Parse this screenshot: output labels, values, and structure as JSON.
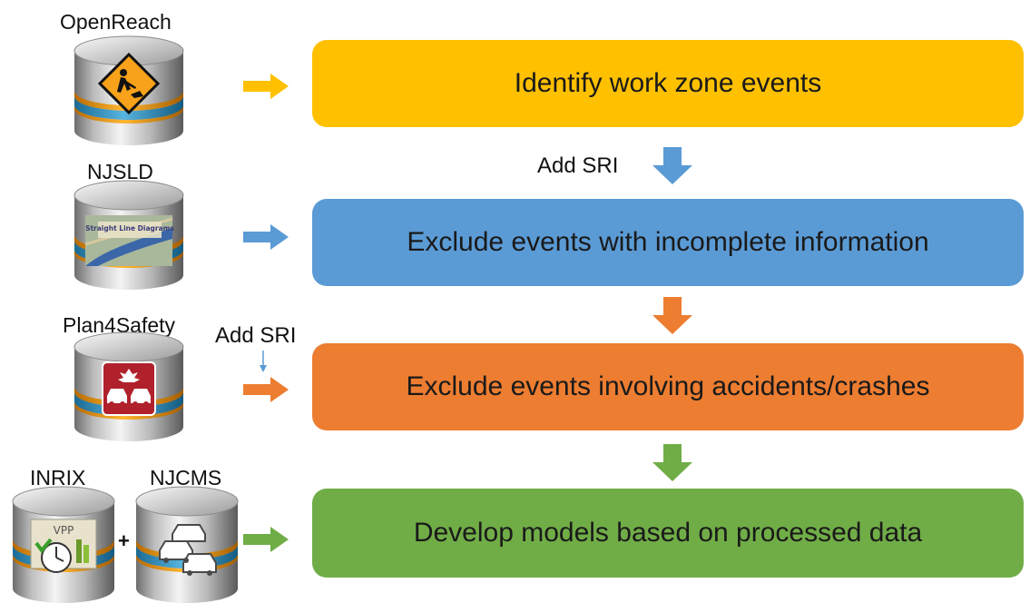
{
  "sources": [
    {
      "label": "OpenReach",
      "icon": "road-work-sign-icon"
    },
    {
      "label": "NJSLD",
      "icon": "straight-line-diagram-map-icon",
      "overlay_text": "Straight Line Diagrams"
    },
    {
      "label": "Plan4Safety",
      "icon": "car-crash-icon"
    },
    {
      "label": "INRIX",
      "icon": "vpp-speed-gauge-icon",
      "overlay_text": "VPP"
    },
    {
      "label": "NJCMS",
      "icon": "traffic-cars-icon"
    }
  ],
  "plus": "+",
  "steps": [
    {
      "label": "Identify work zone events",
      "color": "#FFC000"
    },
    {
      "label": "Exclude events with incomplete information",
      "color": "#5B9BD5"
    },
    {
      "label": "Exclude events involving accidents/crashes",
      "color": "#ED7D31"
    },
    {
      "label": "Develop models based on processed data",
      "color": "#70AD47"
    }
  ],
  "annotations": {
    "between_steps_1_2": "Add SRI",
    "plan4safety_input": "Add SRI"
  }
}
